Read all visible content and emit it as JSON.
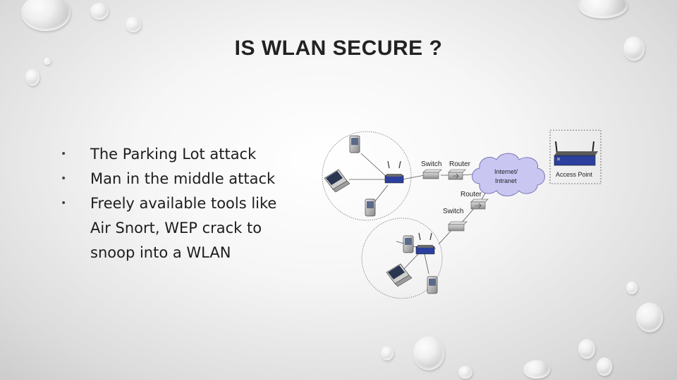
{
  "slide": {
    "title": "IS WLAN SECURE ?",
    "bullets": [
      {
        "marker": "•",
        "text": "The Parking Lot attack"
      },
      {
        "marker": "•",
        "text": "Man in the middle attack"
      },
      {
        "marker": "•",
        "text": "Freely available tools like Air Snort, WEP crack to snoop into a WLAN"
      }
    ]
  },
  "diagram": {
    "labels": {
      "switch_top": "Switch",
      "router_top": "Router",
      "cloud_line1": "Internet/",
      "cloud_line2": "Intranet",
      "router_lower": "Router",
      "switch_lower": "Switch",
      "access_point": "Access Point"
    },
    "icons": [
      "pda-icon",
      "laptop-icon",
      "router-icon",
      "switch-icon",
      "cloud-icon",
      "access-point-icon"
    ],
    "colors": {
      "cloud": "#c9c6f2",
      "device_blue": "#2b3f9e",
      "device_grey": "#9a9a9a"
    }
  }
}
